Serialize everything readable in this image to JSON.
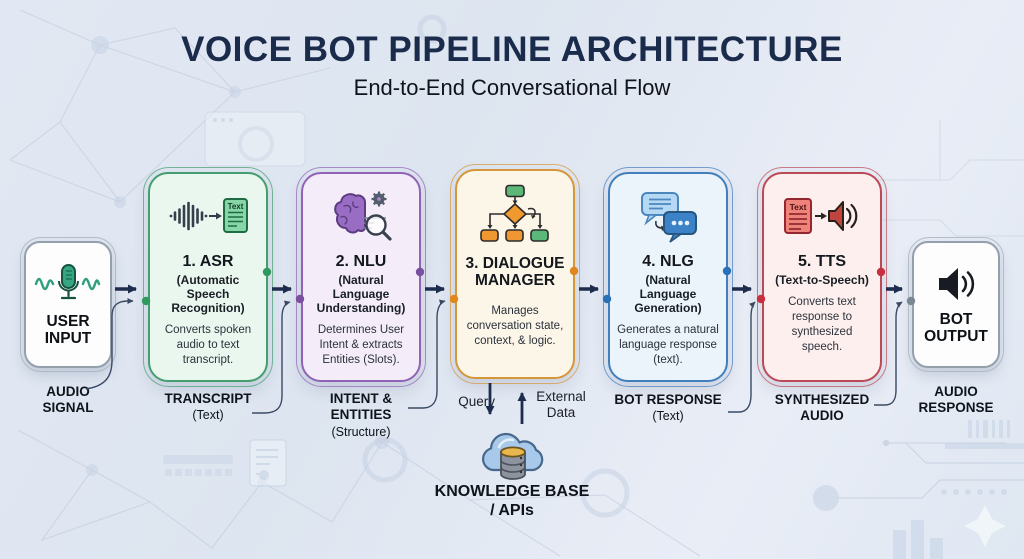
{
  "header": {
    "title": "VOICE BOT PIPELINE ARCHITECTURE",
    "subtitle": "End-to-End Conversational Flow"
  },
  "endpoints": {
    "user_input": {
      "label": "USER INPUT",
      "caption": "AUDIO SIGNAL",
      "icon": "microphone-icon"
    },
    "bot_output": {
      "label": "BOT OUTPUT",
      "caption": "AUDIO RESPONSE",
      "icon": "speaker-icon"
    }
  },
  "stages": [
    {
      "title": "1. ASR",
      "subtitle": "(Automatic Speech Recognition)",
      "description": "Converts spoken audio to text transcript.",
      "output_label": "TRANSCRIPT",
      "output_note": "(Text)",
      "icon": "waveform-to-text-icon",
      "icon_text": "Text",
      "accent": "#449e6f",
      "bg": "#eaf7ef"
    },
    {
      "title": "2. NLU",
      "subtitle": "(Natural Language Understanding)",
      "description": "Determines User Intent & extracts Entities (Slots).",
      "output_label": "INTENT & ENTITIES",
      "output_note": "(Structure)",
      "icon": "brain-search-icon",
      "accent": "#9163b6",
      "bg": "#f4edf9"
    },
    {
      "title": "3. DIALOGUE MANAGER",
      "description": "Manages conversation state, context, & logic.",
      "icon": "flowchart-icon",
      "accent": "#d6963a",
      "bg": "#fcf6e9"
    },
    {
      "title": "4. NLG",
      "subtitle": "(Natural Language Generation)",
      "description": "Generates a natural language response (text).",
      "output_label": "BOT RESPONSE",
      "output_note": "(Text)",
      "icon": "chat-bubbles-icon",
      "accent": "#417fbd",
      "bg": "#ebf3fb"
    },
    {
      "title": "5. TTS",
      "subtitle": "(Text-to-Speech)",
      "description": "Converts text response to synthesized speech.",
      "output_label": "SYNTHESIZED AUDIO",
      "icon": "text-to-speaker-icon",
      "icon_text": "Text",
      "accent": "#bc4a56",
      "bg": "#fdefee"
    }
  ],
  "knowledge": {
    "query_label": "Query",
    "external_data_label": "External Data",
    "title": "KNOWLEDGE BASE / APIs",
    "icon": "cloud-database-icon"
  },
  "colors": {
    "arrow": "#1e2c4e",
    "heading": "#1b2b4c",
    "connector": "#3a4a63",
    "endpoint_border": "#94a0ac"
  }
}
